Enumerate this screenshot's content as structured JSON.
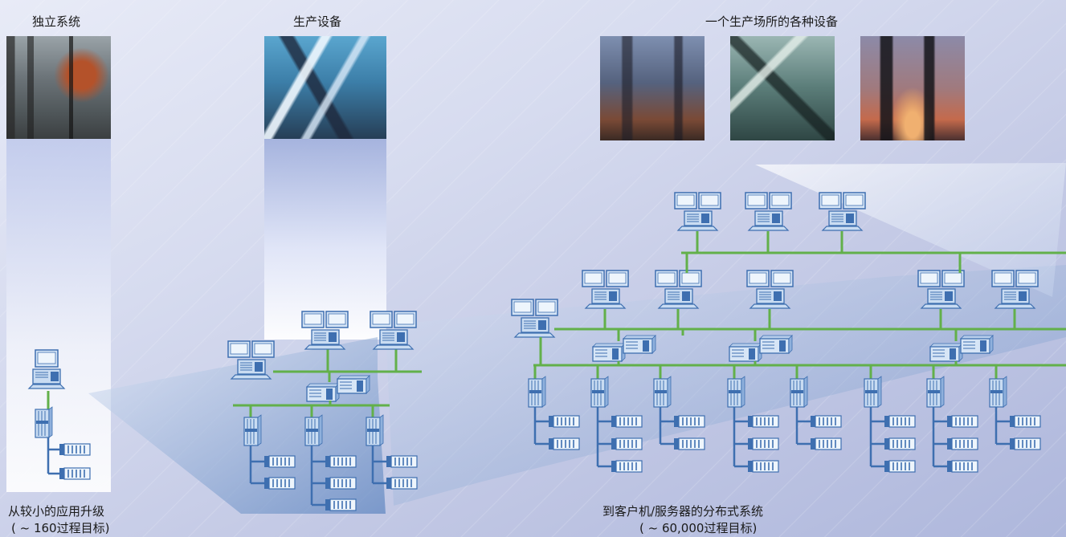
{
  "labels": {
    "standalone": "独立系统",
    "production_unit": "生产设备",
    "site_units": "一个生产场所的各种设备",
    "small_upgrade": "从较小的应用升级",
    "small_count": "( ~ 160过程目标)",
    "distributed": "到客户机/服务器的分布式系统",
    "distributed_count": "( ~ 60,000过程目标)"
  },
  "colors": {
    "bus": "#62b04a",
    "device_blue": "#3e6fb0",
    "device_fill": "#c9dcf2",
    "beam": "#6f95c8"
  },
  "photos": [
    {
      "name": "photo-standalone",
      "kind": "plant-pipes-dark"
    },
    {
      "name": "photo-production",
      "kind": "plant-pipes-blue"
    },
    {
      "name": "photo-site-1",
      "kind": "plant-tower-warm"
    },
    {
      "name": "photo-site-2",
      "kind": "plant-pipes-green"
    },
    {
      "name": "photo-site-3",
      "kind": "plant-stack-sunset"
    }
  ]
}
